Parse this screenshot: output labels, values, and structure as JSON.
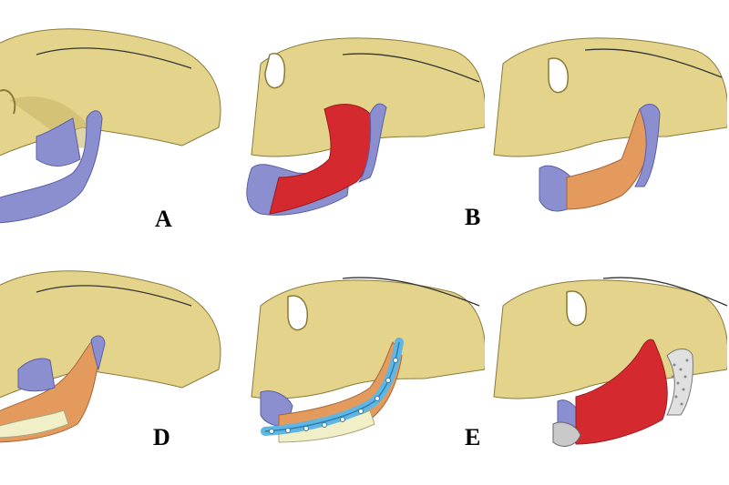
{
  "figure": {
    "panels": [
      {
        "id": "A",
        "label": "A",
        "mandible_fill": "#8b8fd0",
        "overlay": "none"
      },
      {
        "id": "B",
        "label": "B",
        "mandible_fill": "#8b8fd0",
        "overlay_fill": "#d42a2f",
        "overlay": "red-resection"
      },
      {
        "id": "C",
        "label": "",
        "mandible_fill": "#8b8fd0",
        "overlay_fill": "#e39a5c",
        "overlay": "orange-graft"
      },
      {
        "id": "D",
        "label": "D",
        "mandible_fill": "#8b8fd0",
        "overlay_fill": "#e39a5c",
        "secondary_fill": "#f1efc8",
        "overlay": "orange-graft-fibula"
      },
      {
        "id": "E",
        "label": "E",
        "mandible_fill": "#8b8fd0",
        "overlay_fill": "#e39a5c",
        "secondary_fill": "#f1efc8",
        "plate_fill": "#5fb6e3",
        "overlay": "plate"
      },
      {
        "id": "F",
        "label": "",
        "mandible_fill": "#8b8fd0",
        "overlay_fill": "#d42a2f",
        "plate_fill": "#c9c9c9",
        "overlay": "mesh"
      }
    ],
    "colors": {
      "skull": "#e4d38a",
      "skull_shadow": "#b8a65b",
      "skull_line": "#8a7a3a"
    }
  }
}
